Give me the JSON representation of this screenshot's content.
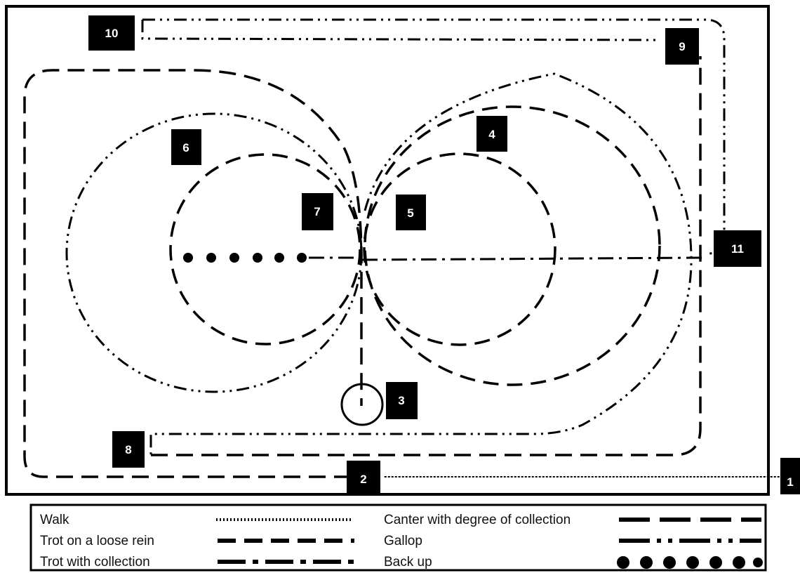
{
  "markers": [
    "1",
    "2",
    "3",
    "4",
    "5",
    "6",
    "7",
    "8",
    "9",
    "10",
    "11"
  ],
  "legend": {
    "walk": "Walk",
    "trot_loose": "Trot on a loose rein",
    "trot_collection": "Trot with collection",
    "canter": "Canter with degree of collection",
    "gallop": "Gallop",
    "back_up": "Back up"
  },
  "line_styles": {
    "walk": "dotted",
    "trot_loose": "dashed",
    "trot_collection": "dash-dot",
    "canter": "long dash",
    "gallop": "dash-dot-dot",
    "back_up": "large dots"
  }
}
